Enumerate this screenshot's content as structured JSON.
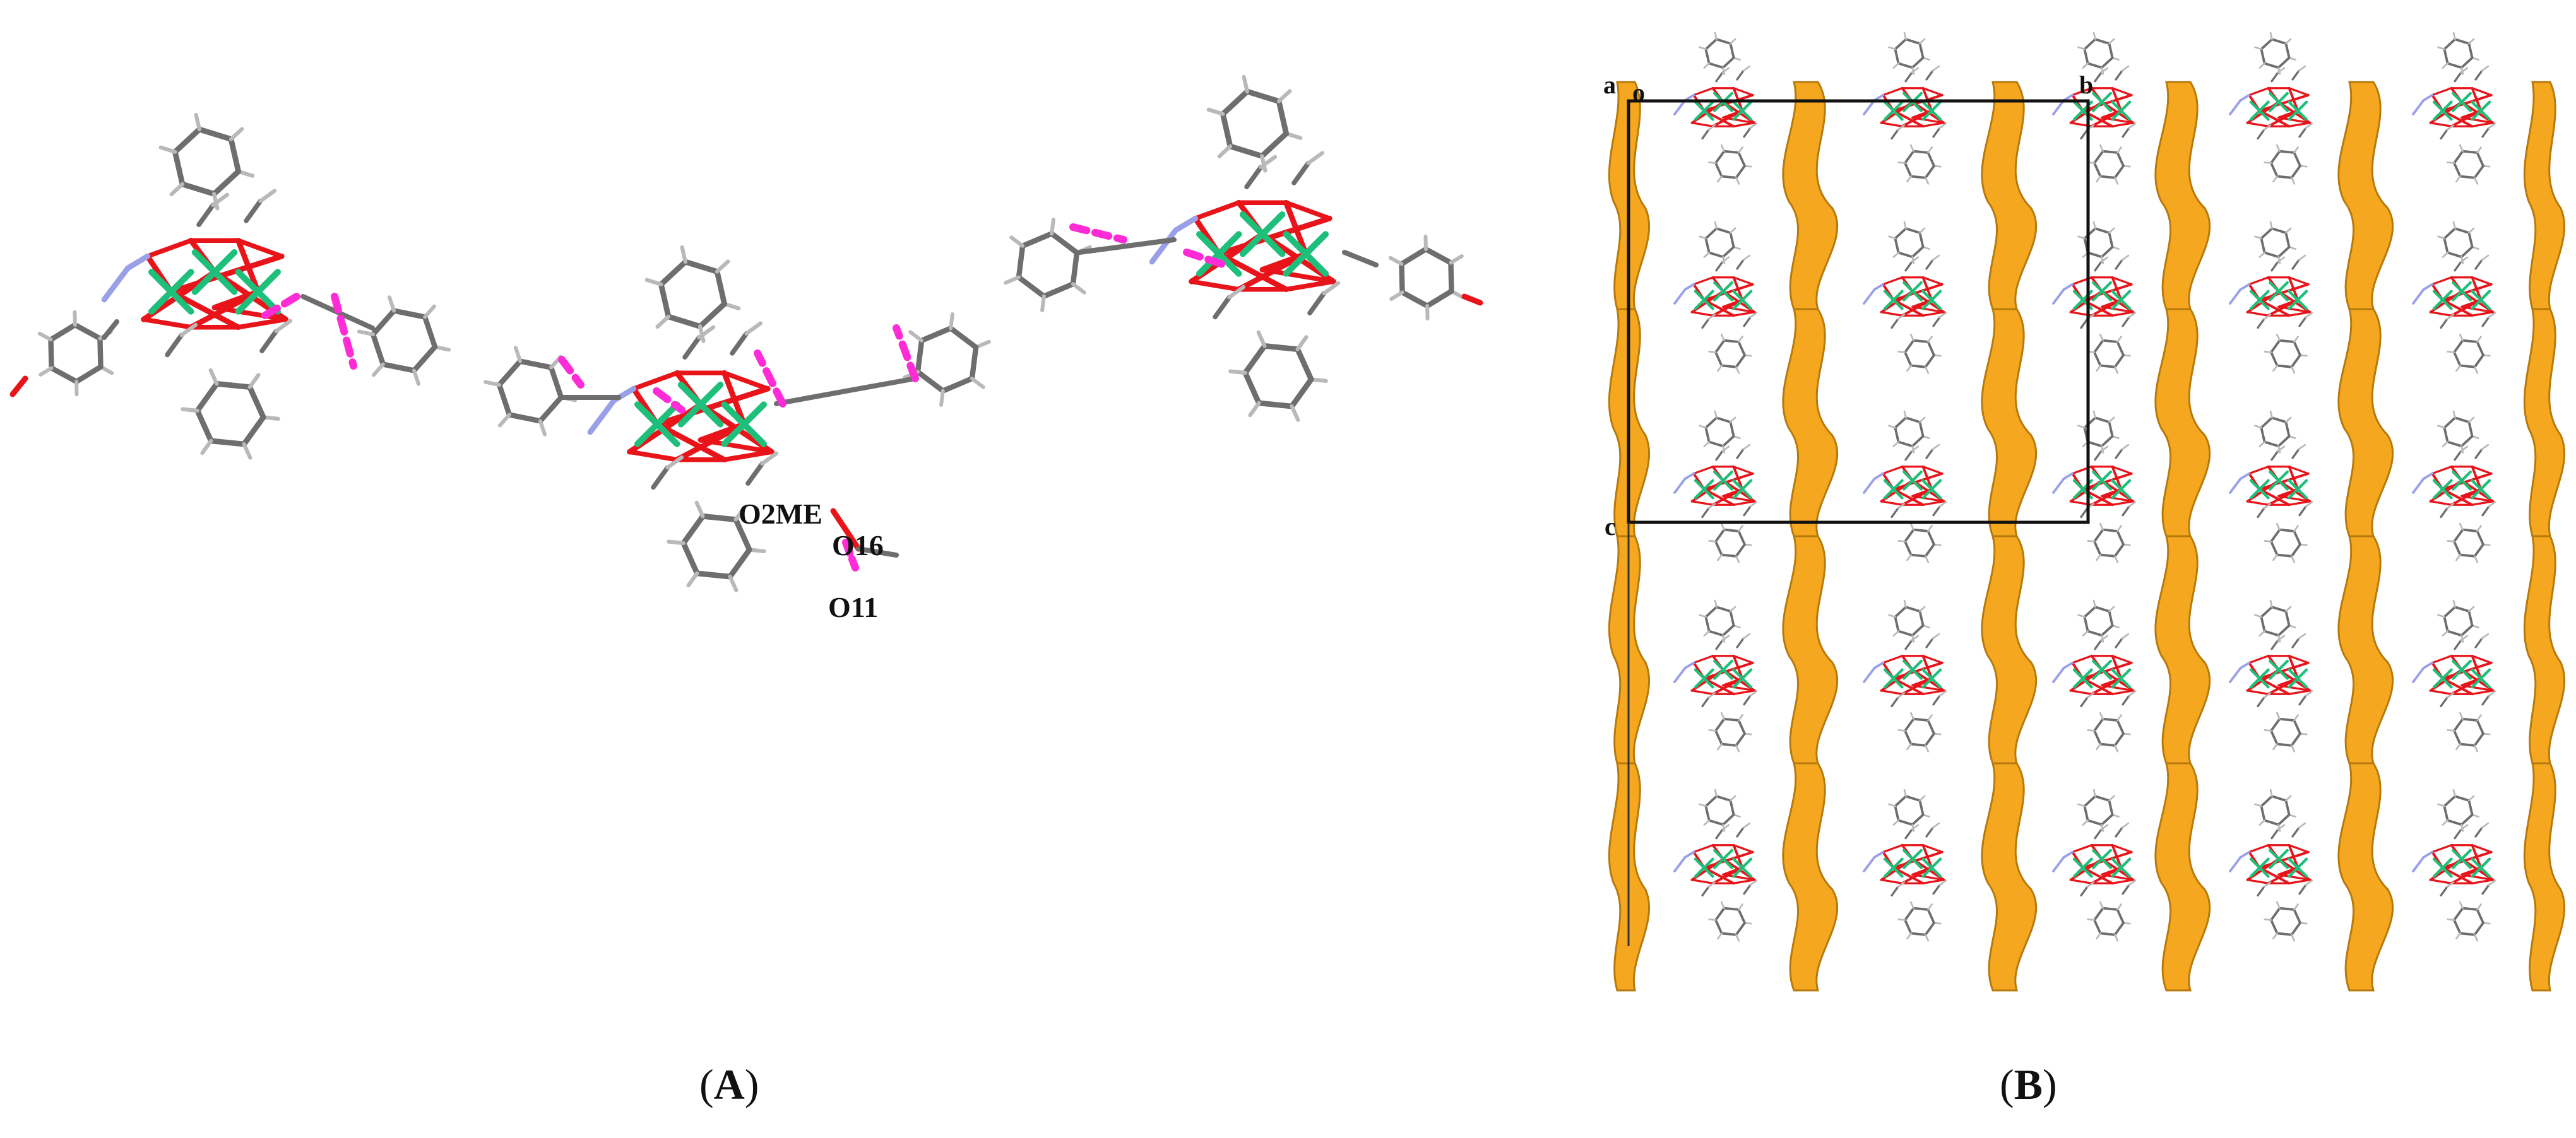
{
  "panel_a": {
    "caption": {
      "open": "(",
      "letter": "A",
      "close": ")"
    },
    "atom_labels": [
      "O2ME",
      "O16",
      "O11"
    ]
  },
  "panel_b": {
    "caption": {
      "open": "(",
      "letter": "B",
      "close": ")"
    },
    "axis_labels": {
      "a": "a",
      "o": "o",
      "b": "b",
      "c": "c"
    }
  },
  "colors": {
    "background": "#ffffff",
    "carbon_bond": "#6e6e6e",
    "hydrogen": "#b9b9b9",
    "oxygen": "#e8141a",
    "nitrogen": "#9aa0e8",
    "metal_dy": "#1dbf7a",
    "hbond": "#ff2bd6",
    "void_surface": "#f5a81f",
    "void_shadow": "#b6790c",
    "cell_edge": "#111111"
  }
}
